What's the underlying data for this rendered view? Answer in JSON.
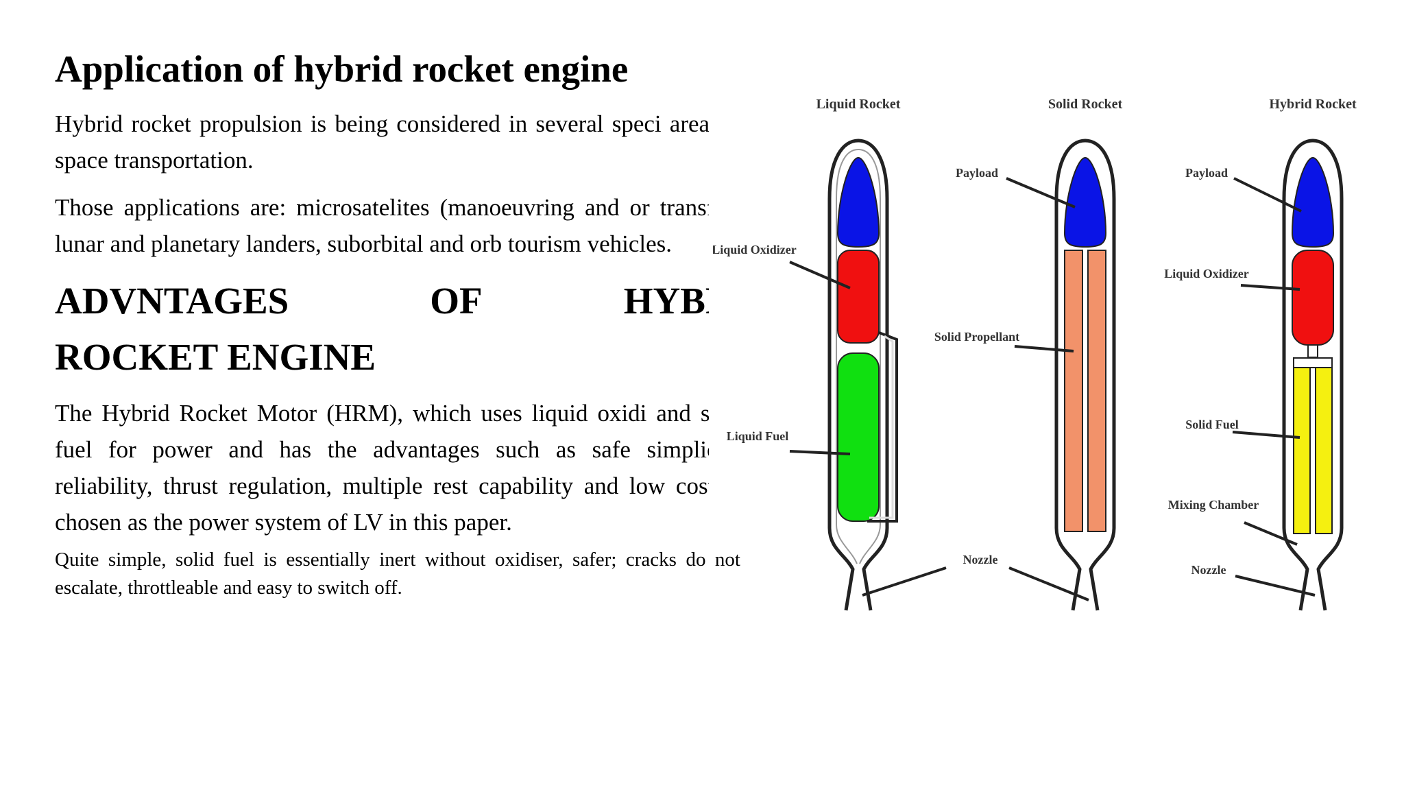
{
  "title": "Application of hybrid rocket engine",
  "para1": "Hybrid rocket propulsion is being considered in several speci areas of space transportation.",
  "para2": "Those applications are: microsatelites (manoeuvring and or transfer), lunar and planetary landers, suborbital and orb tourism vehicles.",
  "heading2": {
    "words_line1": [
      "ADVNTAGES",
      "OF",
      "HYBRI"
    ],
    "line2": "ROCKET ENGINE"
  },
  "para3": "The Hybrid Rocket Motor (HRM), which uses liquid oxidi and solid fuel for power and has the advantages such as safe simplicity, reliability, thrust regulation, multiple rest capability and low cost, is chosen as the power system of LV in this paper.",
  "para4": "Quite simple, solid fuel is essentially inert without oxidiser, safer; cracks do not escalate, throttleable and easy to switch off.",
  "diagram": {
    "rockets": [
      {
        "title": "Liquid Rocket",
        "labels": [
          "Liquid Oxidizer",
          "Liquid Fuel"
        ]
      },
      {
        "title": "Solid Rocket",
        "labels": [
          "Payload",
          "Solid Propellant",
          "Nozzle"
        ]
      },
      {
        "title": "Hybrid Rocket",
        "labels": [
          "Payload",
          "Liquid Oxidizer",
          "Solid Fuel",
          "Mixing Chamber",
          "Nozzle"
        ]
      }
    ],
    "colors": {
      "payload": "#0a14e6",
      "oxidizer": "#f01010",
      "liquid_fuel": "#10e010",
      "solid_propellant": "#f2926a",
      "solid_fuel": "#f5f010",
      "outline": "#222222"
    }
  }
}
